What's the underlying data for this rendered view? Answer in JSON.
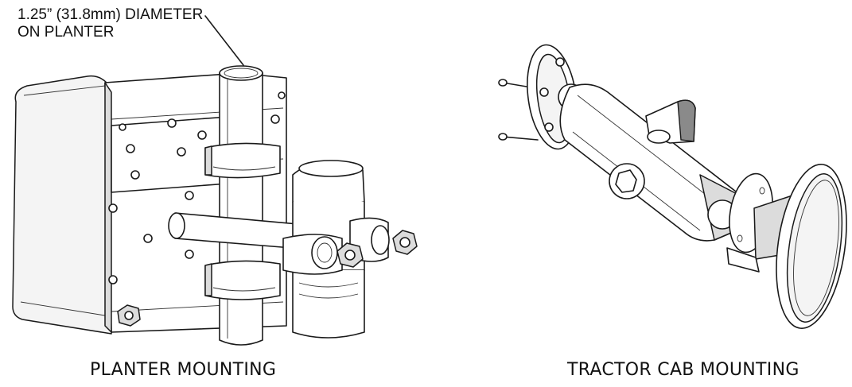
{
  "callout": {
    "line1": "1.25” (31.8mm) DIAMETER",
    "line2": "ON PLANTER"
  },
  "captions": {
    "left": "PLANTER MOUNTING",
    "right": "TRACTOR CAB MOUNTING"
  }
}
